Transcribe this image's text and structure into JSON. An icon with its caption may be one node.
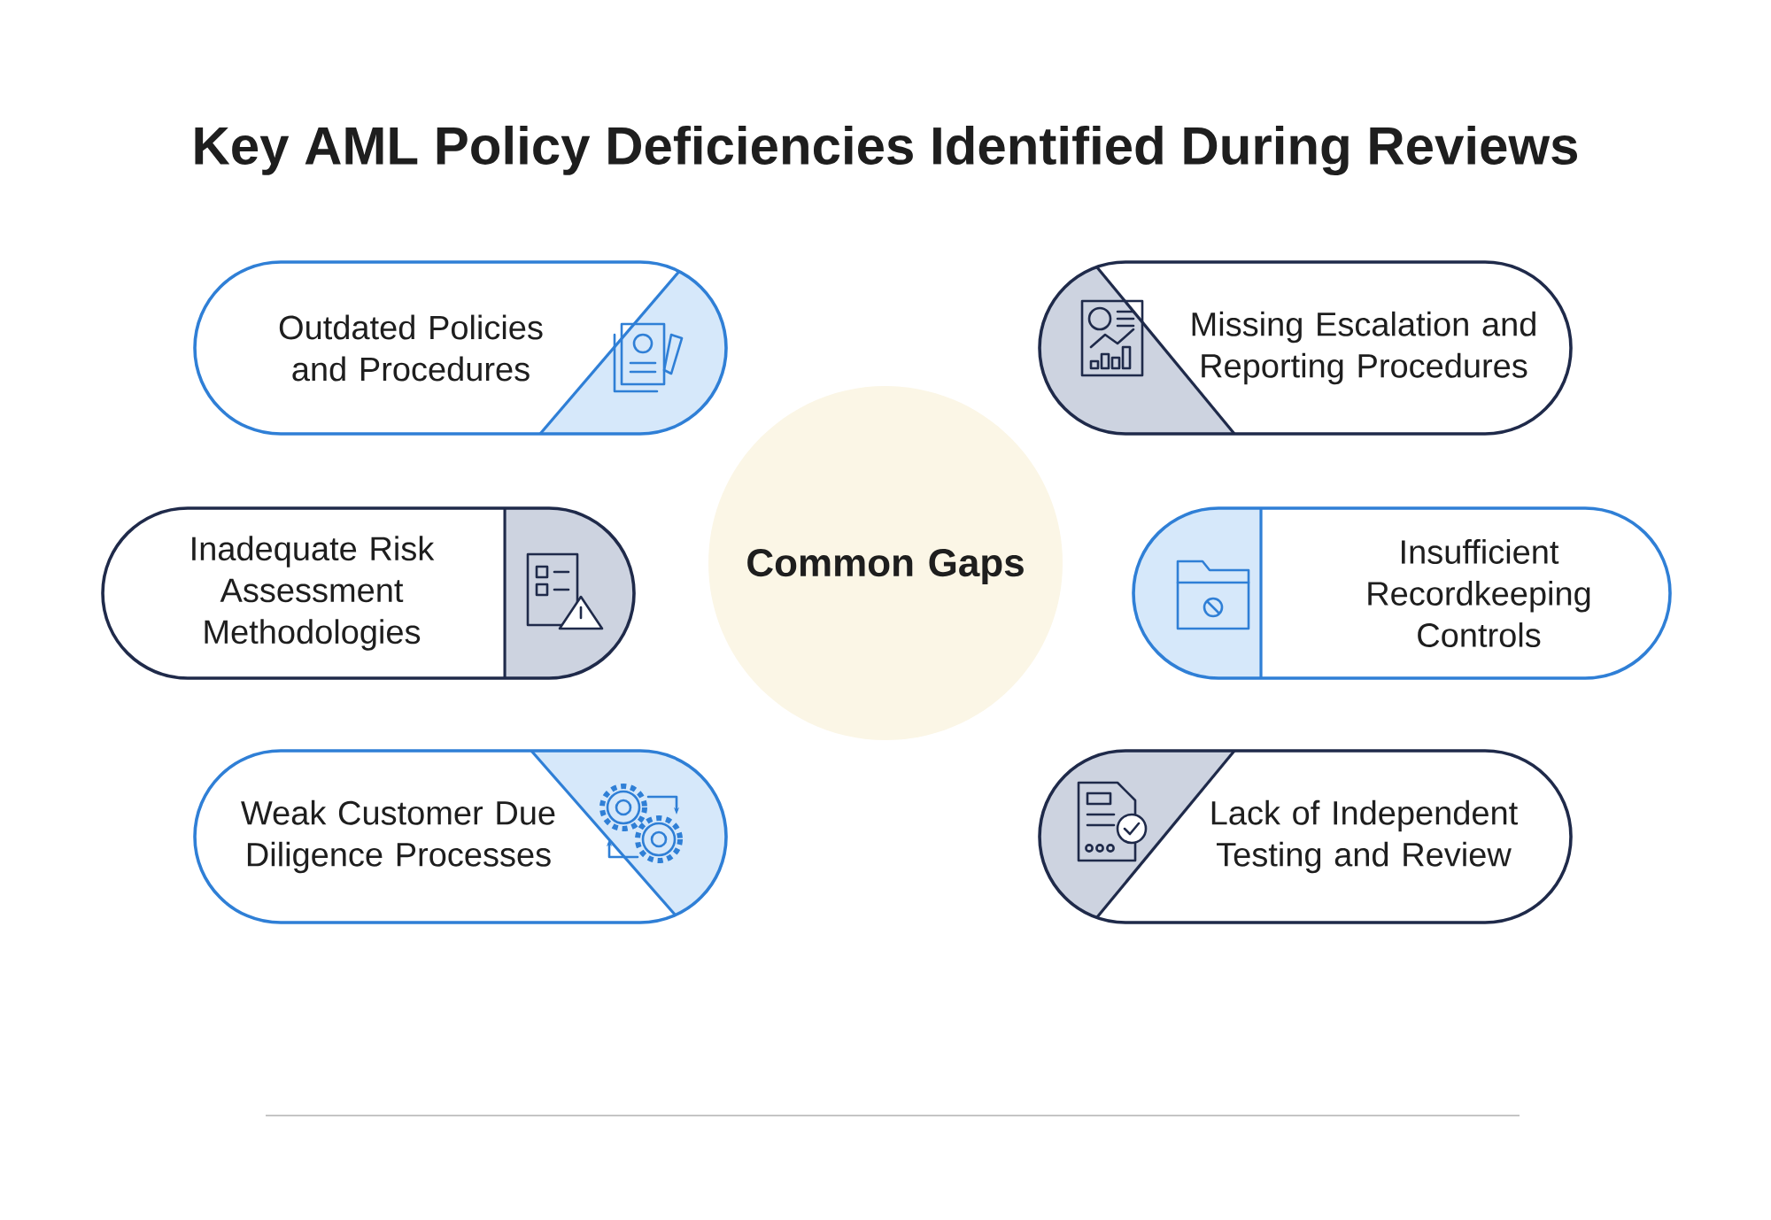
{
  "diagram": {
    "title": "Key AML Policy Deficiencies Identified During Reviews",
    "nodes": [
      {
        "text": [
          "Common Gaps"
        ]
      },
      {
        "text": [
          "Outdated Policies and Procedures"
        ]
      },
      {
        "text": [
          "Inadequate Risk Assessment Methodologies"
        ]
      },
      {
        "text": [
          "Weak Customer Due Diligence Processes"
        ]
      },
      {
        "text": [
          "Missing Escalation and Reporting Procedures"
        ]
      },
      {
        "text": [
          "Insufficient Recordkeeping Controls"
        ]
      },
      {
        "text": [
          "Lack of Independent Testing and Review"
        ]
      }
    ]
  }
}
